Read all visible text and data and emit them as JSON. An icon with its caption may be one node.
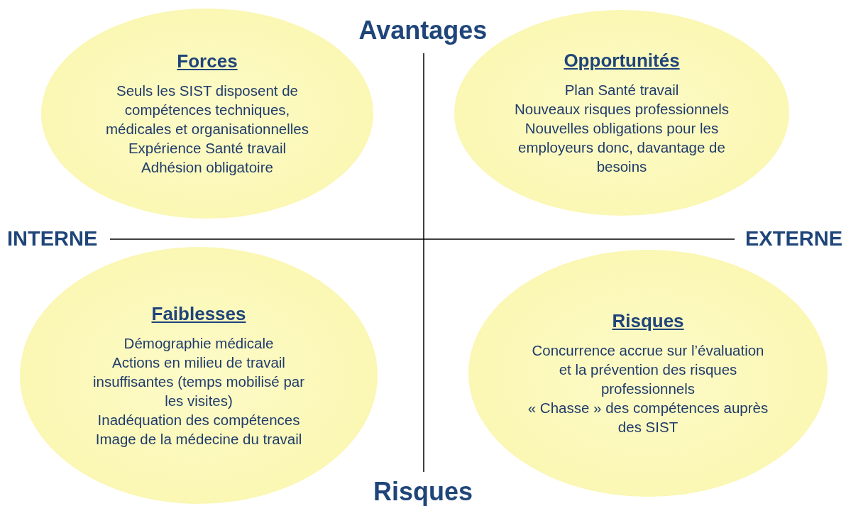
{
  "diagram": {
    "nodes": [
      {
        "text": [
          "Forces",
          "Seuls les SIST disposent de compétences techniques, médicales et organisationnelles",
          "Expérience Santé travail",
          "Adhésion obligatoire"
        ]
      },
      {
        "text": [
          "Opportunités",
          "Plan Santé travail",
          "Nouveaux risques professionnels",
          "Nouvelles obligations pour les employeurs donc, davantage de besoins"
        ]
      },
      {
        "text": [
          "Faiblesses",
          "Démographie médicale",
          "Actions en milieu de travail insuffisantes (temps mobilisé par les visites)",
          "Inadéquation des compétences",
          "Image de la médecine du travail"
        ]
      },
      {
        "text": [
          "Risques",
          "Concurrence accrue sur l’évaluation et la prévention des risques professionnels",
          "« Chasse » des compétences auprès des SIST"
        ]
      }
    ],
    "edges": [],
    "labels": [
      "Avantages",
      "INTERNE",
      "EXTERNE",
      "Risques"
    ]
  }
}
